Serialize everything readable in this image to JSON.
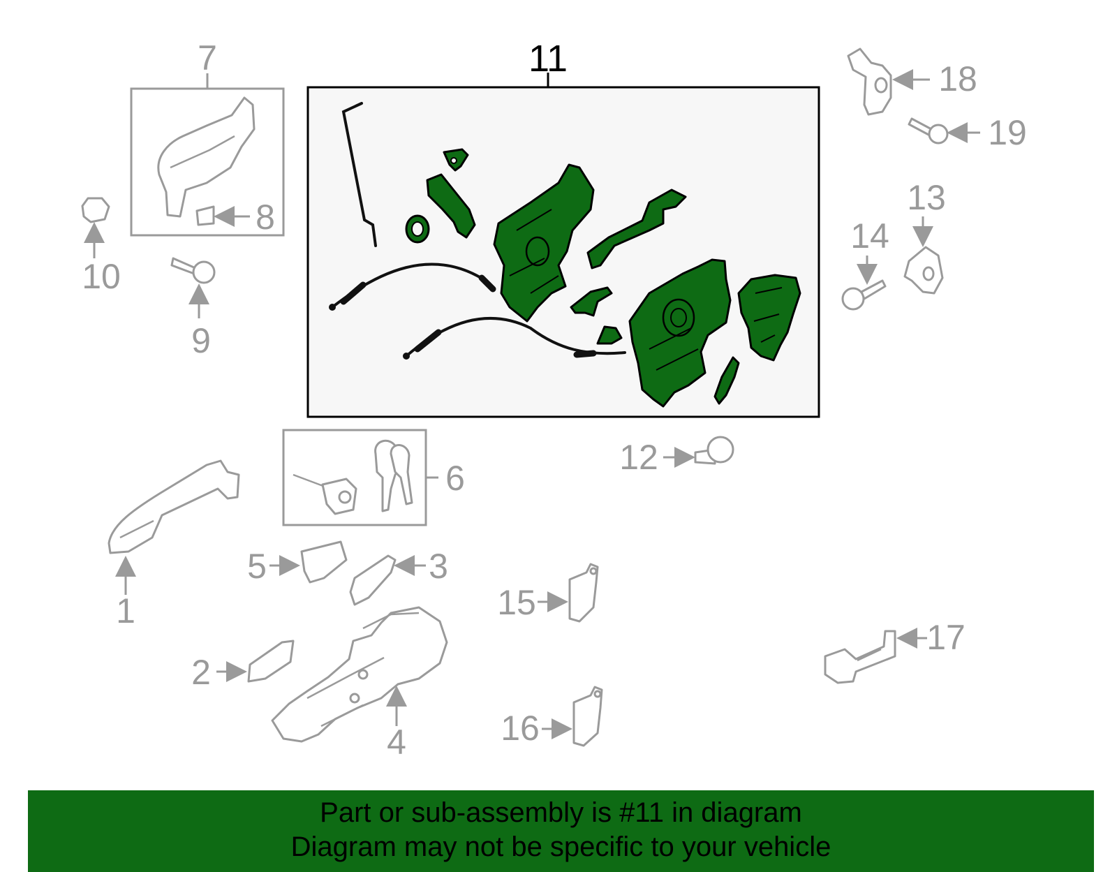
{
  "diagram": {
    "callouts": {
      "c1": "1",
      "c2": "2",
      "c3": "3",
      "c4": "4",
      "c5": "5",
      "c6": "6",
      "c7": "7",
      "c8": "8",
      "c9": "9",
      "c10": "10",
      "c11": "11",
      "c12": "12",
      "c13": "13",
      "c14": "14",
      "c15": "15",
      "c16": "16",
      "c17": "17",
      "c18": "18",
      "c19": "19"
    },
    "highlight_color": "#0e6b14",
    "outline_color": "#9a9a9a"
  },
  "footer": {
    "line1": "Part or sub-assembly is #11 in diagram",
    "line2": "Diagram may not be specific to your vehicle"
  }
}
